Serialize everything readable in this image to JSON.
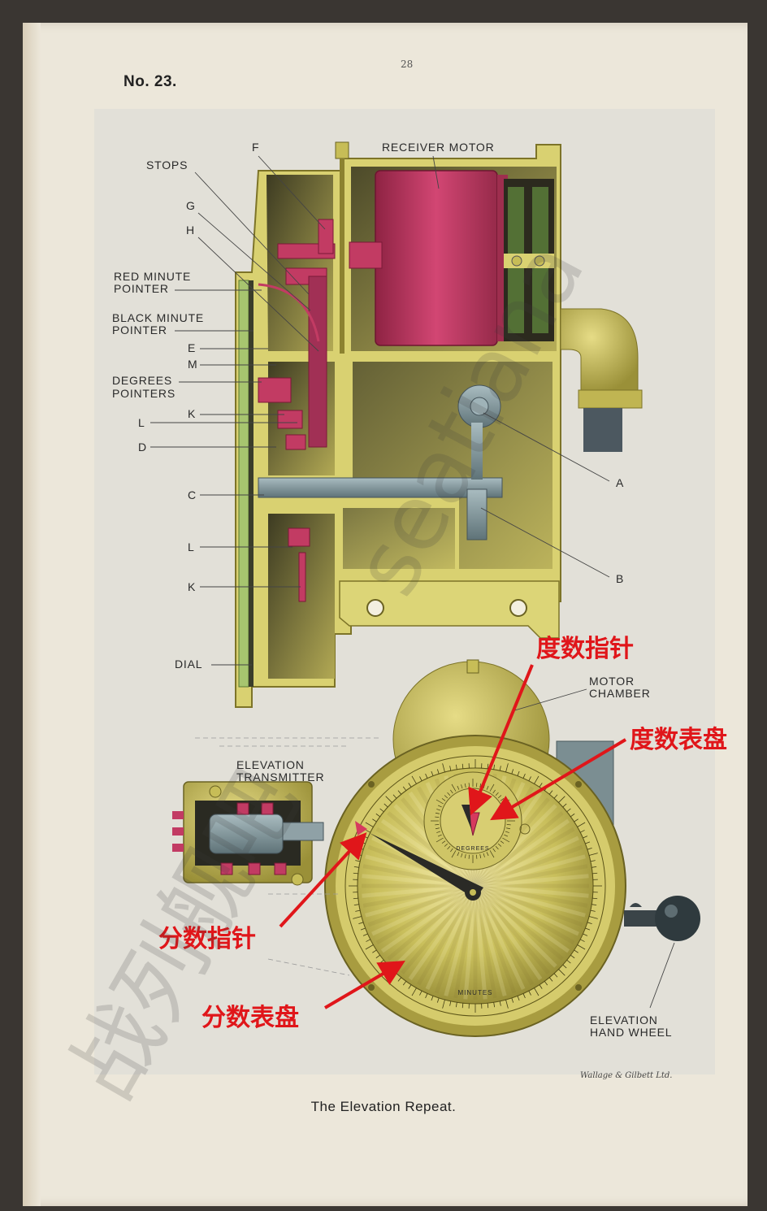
{
  "page": {
    "page_number": "28",
    "plate_number": "No. 23.",
    "caption": "The Elevation Repeat.",
    "printer": "Wallage & Gilbett Ltd."
  },
  "labels": {
    "receiver_motor": "RECEIVER MOTOR",
    "stops": "STOPS",
    "f": "F",
    "g": "G",
    "h": "H",
    "red_minute_1": "RED MINUTE",
    "red_minute_2": "POINTER",
    "black_minute_1": "BLACK MINUTE",
    "black_minute_2": "POINTER",
    "e": "E",
    "m": "M",
    "degrees_pointers_1": "DEGREES",
    "degrees_pointers_2": "POINTERS",
    "k1": "K",
    "l1": "L",
    "d": "D",
    "c": "C",
    "l2": "L",
    "k2": "K",
    "a": "A",
    "b": "B",
    "dial": "DIAL",
    "motor_chamber_1": "MOTOR",
    "motor_chamber_2": "CHAMBER",
    "elevation_transmitter_1": "ELEVATION",
    "elevation_transmitter_2": "TRANSMITTER",
    "elevation_hand_wheel_1": "ELEVATION",
    "elevation_hand_wheel_2": "HAND WHEEL",
    "degrees_dial_text": "DEGREES",
    "minutes_dial_text": "MINUTES"
  },
  "annotations": {
    "degrees_pointer": "度数指针",
    "degrees_dial": "度数表盘",
    "minutes_pointer": "分数指针",
    "minutes_dial": "分数表盘"
  },
  "watermark": {
    "text_1": "战列舰吧",
    "text_2": "seatiana"
  },
  "colors": {
    "brass": "#c7bd57",
    "brass_dark": "#8c8230",
    "crimson": "#c03a62",
    "steel": "#7e949a",
    "annotation_red": "#e0161a"
  }
}
